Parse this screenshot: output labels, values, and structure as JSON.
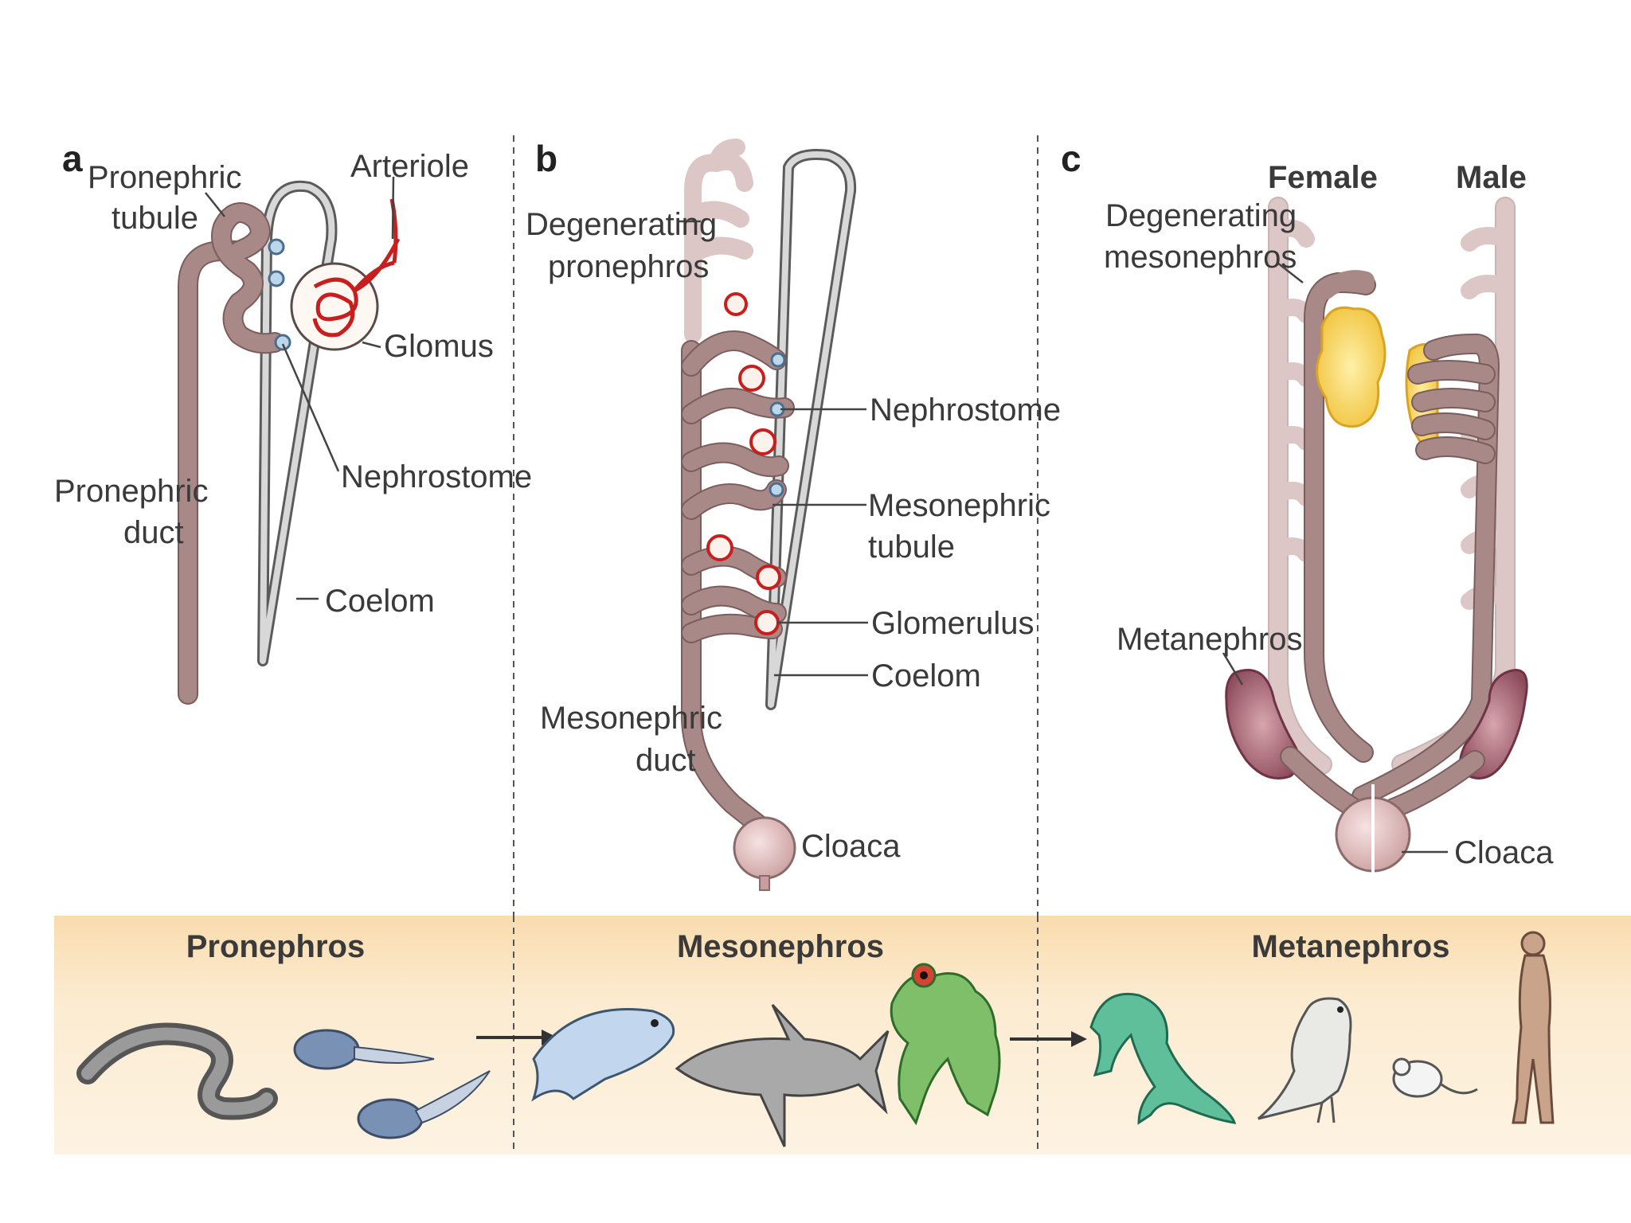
{
  "panels": {
    "a": {
      "letter": "a",
      "labels": {
        "pronephric_tubule_1": "Pronephric",
        "pronephric_tubule_2": "tubule",
        "arteriole": "Arteriole",
        "glomus": "Glomus",
        "nephrostome": "Nephrostome",
        "pronephric_duct_1": "Pronephric",
        "pronephric_duct_2": "duct",
        "coelom": "Coelom"
      }
    },
    "b": {
      "letter": "b",
      "labels": {
        "degenerating_pronephros_1": "Degenerating",
        "degenerating_pronephros_2": "pronephros",
        "nephrostome": "Nephrostome",
        "mesonephric_tubule_1": "Mesonephric",
        "mesonephric_tubule_2": "tubule",
        "glomerulus": "Glomerulus",
        "coelom": "Coelom",
        "mesonephric_duct_1": "Mesonephric",
        "mesonephric_duct_2": "duct",
        "cloaca": "Cloaca"
      }
    },
    "c": {
      "letter": "c",
      "labels": {
        "female": "Female",
        "male": "Male",
        "degenerating_mesonephros_1": "Degenerating",
        "degenerating_mesonephros_2": "mesonephros",
        "metanephros": "Metanephros",
        "cloaca": "Cloaca"
      }
    }
  },
  "bottom_band": {
    "stages": [
      "Pronephros",
      "Mesonephros",
      "Metanephros"
    ],
    "organisms": {
      "pronephros": [
        "hagfish-icon",
        "tadpole-icon"
      ],
      "mesonephros": [
        "fish-icon",
        "shark-icon",
        "frog-icon"
      ],
      "metanephros": [
        "lizard-icon",
        "bird-icon",
        "mouse-icon",
        "human-icon"
      ]
    }
  },
  "colors": {
    "duct": "#a98888",
    "duct_edge": "#7a5e5e",
    "glomus": "#c81e1e",
    "gonad": "#f6d25a",
    "band": "#fbe9c8",
    "nephrostome": "#bcd6ea"
  }
}
